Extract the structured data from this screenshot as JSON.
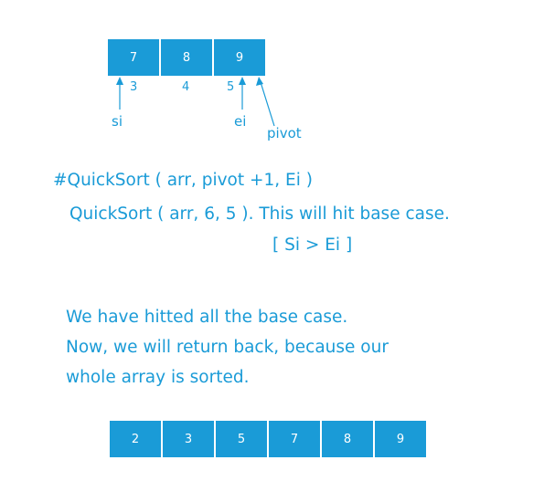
{
  "top_array": {
    "values": [
      "7",
      "8",
      "9"
    ],
    "indices": [
      "3",
      "4",
      "5"
    ]
  },
  "pointers": {
    "si": "si",
    "ei": "ei",
    "pivot": "pivot"
  },
  "call_section": {
    "line1": "#QuickSort ( arr, pivot +1, Ei )",
    "line2": "QuickSort ( arr, 6, 5 ).  This will hit base case.",
    "line3": "[ Si > Ei ]"
  },
  "explanation": {
    "line1": "We have hitted all the base case.",
    "line2": "Now, we will return back, because our",
    "line3": "whole array is sorted."
  },
  "sorted_array": {
    "values": [
      "2",
      "3",
      "5",
      "7",
      "8",
      "9"
    ]
  },
  "colors": {
    "accent": "#1a9bd7",
    "cell_text": "#ffffff",
    "background": "#ffffff"
  }
}
